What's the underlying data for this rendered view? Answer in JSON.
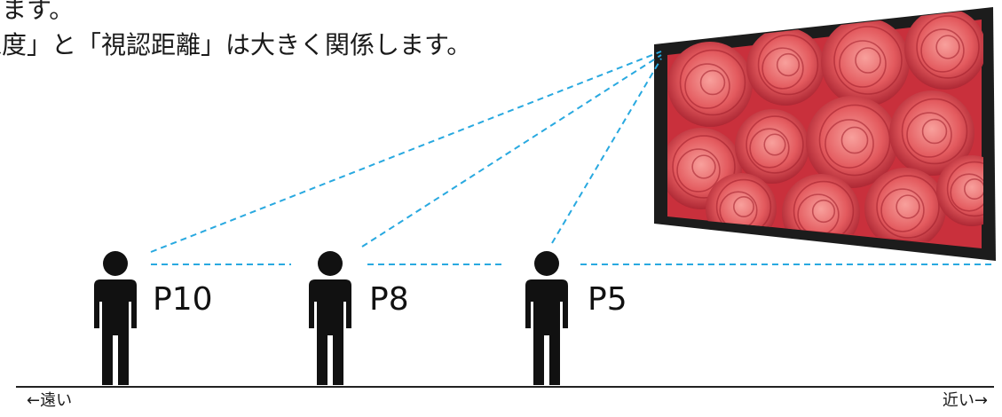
{
  "caption": {
    "line1": "えます。",
    "line2": "像度」と「視認距離」は大きく関係します。"
  },
  "viewers": [
    {
      "label": "P10"
    },
    {
      "label": "P8"
    },
    {
      "label": "P5"
    }
  ],
  "distance_axis": {
    "far_label": "←遠い",
    "near_label": "近い→"
  },
  "colors": {
    "sight_line": "#29a9e0",
    "figure": "#111111",
    "screen_frame": "#1c1c1c",
    "rose_base": "#c9303c",
    "rose_highlight": "#f06a6c"
  },
  "icons": {
    "viewer": "person-icon",
    "display": "display-screen-icon"
  }
}
